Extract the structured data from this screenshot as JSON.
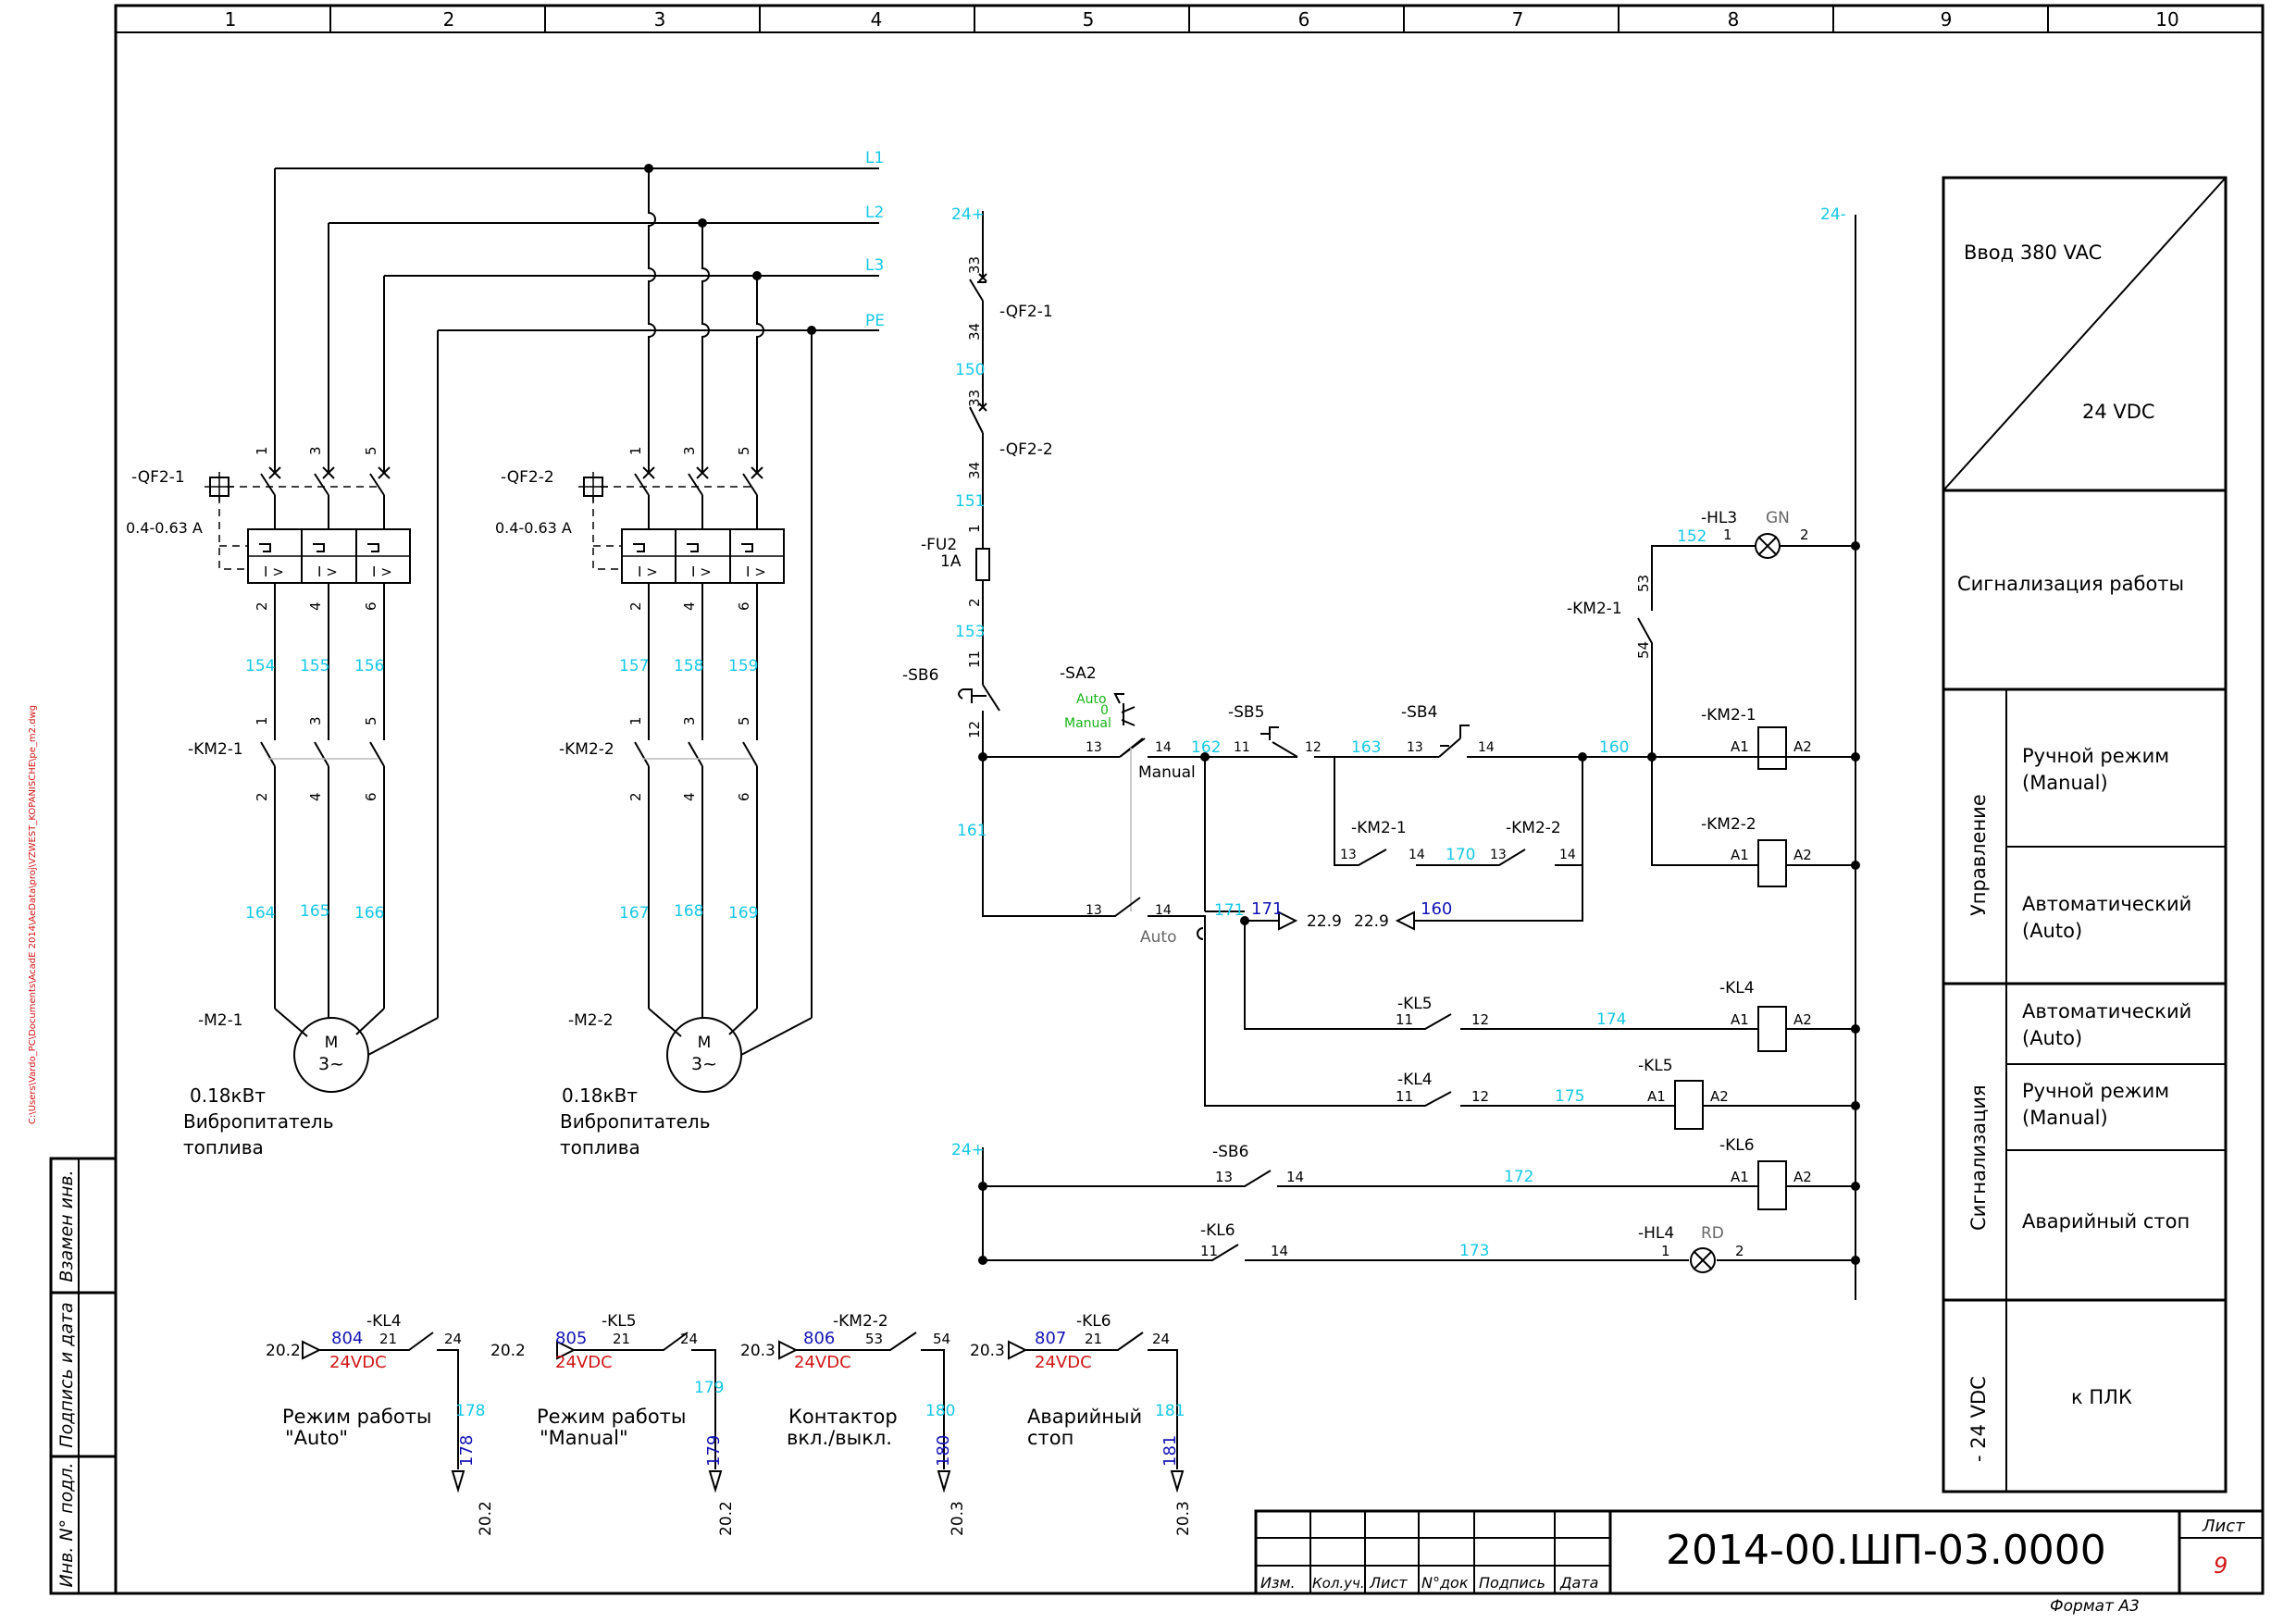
{
  "columns": [
    "1",
    "2",
    "3",
    "4",
    "5",
    "6",
    "7",
    "8",
    "9",
    "10"
  ],
  "side_path": "C:\\Users\\Vardo_PC\\Documents\\AcadE 2014\\AeData\\proj\\VZWEST_KOPANISCHE\\pe_m2.dwg",
  "stamp_left": [
    "Взамен инв.",
    "Подпись и дата",
    "Инв. N° подл."
  ],
  "bus": {
    "L1": "L1",
    "L2": "L2",
    "L3": "L3",
    "PE": "PE",
    "p24_top": "24+",
    "m24_top": "24-",
    "p24_low": "24+"
  },
  "motors": [
    {
      "qf": "-QF2-1",
      "rating": "0.4-0.63 A",
      "km": "-KM2-1",
      "m": "-M2-1",
      "m_sym": "M",
      "m_sub": "3~",
      "power": "0.18кВт",
      "desc1": "Вибропитатель",
      "desc2": "топлива",
      "w1": [
        "154",
        "155",
        "156"
      ],
      "w2": [
        "164",
        "165",
        "166"
      ]
    },
    {
      "qf": "-QF2-2",
      "rating": "0.4-0.63 A",
      "km": "-KM2-2",
      "m": "-M2-2",
      "m_sym": "M",
      "m_sub": "3~",
      "power": "0.18кВт",
      "desc1": "Вибропитатель",
      "desc2": "топлива",
      "w1": [
        "157",
        "158",
        "159"
      ],
      "w2": [
        "167",
        "168",
        "169"
      ]
    }
  ],
  "terms": {
    "t1": "1",
    "t2": "2",
    "t3": "3",
    "t4": "4",
    "t5": "5",
    "t6": "6",
    "i": "I >"
  },
  "control": {
    "qf21": "-QF2-1",
    "qf22": "-QF2-2",
    "fu": "-FU2",
    "fu_r": "1A",
    "sb6": "-SB6",
    "sa2": "-SA2",
    "sa_auto": "Auto",
    "sa_0": "0",
    "sa_manual": "Manual",
    "manual": "Manual",
    "auto": "Auto",
    "sb5": "-SB5",
    "sb4": "-SB4",
    "km21": "-KM2-1",
    "km22": "-KM2-2",
    "kl4": "-KL4",
    "kl5": "-KL5",
    "kl6": "-KL6",
    "hl3": "-HL3",
    "gn": "GN",
    "hl4": "-HL4",
    "rd": "RD",
    "a1": "A1",
    "a2": "A2",
    "ref1": "22.9",
    "ref2": "22.9",
    "t33": "33",
    "t34": "34",
    "t11": "11",
    "t12": "12",
    "t13": "13",
    "t14": "14",
    "t53": "53",
    "t54": "54",
    "t1": "1",
    "t2": "2",
    "w": [
      "150",
      "151",
      "153",
      "161",
      "162",
      "163",
      "160",
      "170",
      "171",
      "174",
      "175",
      "172",
      "173",
      "152"
    ],
    "w_blue": [
      "171",
      "160"
    ]
  },
  "plc": [
    {
      "ref": "20.2",
      "w": "804",
      "dev": "-KL4",
      "a": "21",
      "b": "24",
      "v": "24VDC",
      "l1": "Режим работы",
      "l2": "\"Auto\"",
      "n": "178",
      "out": "20.2"
    },
    {
      "ref": "20.2",
      "w": "805",
      "dev": "-KL5",
      "a": "21",
      "b": "24",
      "v": "24VDC",
      "l1": "Режим работы",
      "l2": "\"Manual\"",
      "n": "179",
      "out": "20.2"
    },
    {
      "ref": "20.3",
      "w": "806",
      "dev": "-KM2-2",
      "a": "53",
      "b": "54",
      "v": "24VDC",
      "l1": "Контактор",
      "l2": "вкл./выкл.",
      "n": "180",
      "out": "20.3"
    },
    {
      "ref": "20.3",
      "w": "807",
      "dev": "-KL6",
      "a": "21",
      "b": "24",
      "v": "24VDC",
      "l1": "Аварийный",
      "l2": "стоп",
      "n": "181",
      "out": "20.3"
    }
  ],
  "legend": {
    "top1": "Ввод 380 VAC",
    "top2": "24 VDC",
    "run": "Сигнализация работы",
    "g1": "Управление",
    "g2": "Сигнализация",
    "g3": "- 24 VDC",
    "r1a": "Ручной режим",
    "r1b": "(Manual)",
    "r2a": "Автоматический",
    "r2b": "(Auto)",
    "r3a": "Автоматический",
    "r3b": "(Auto)",
    "r4a": "Ручной режим",
    "r4b": "(Manual)",
    "r5": "Аварийный стоп",
    "r6": "к ПЛК"
  },
  "title_block": {
    "code": "2014-00.ШП-03.0000",
    "cols": [
      "Изм.",
      "Кол.уч.",
      "Лист",
      "N°док",
      "Подпись",
      "Дата"
    ],
    "sheet_label": "Лист",
    "sheet": "9",
    "format": "Формат А3"
  }
}
